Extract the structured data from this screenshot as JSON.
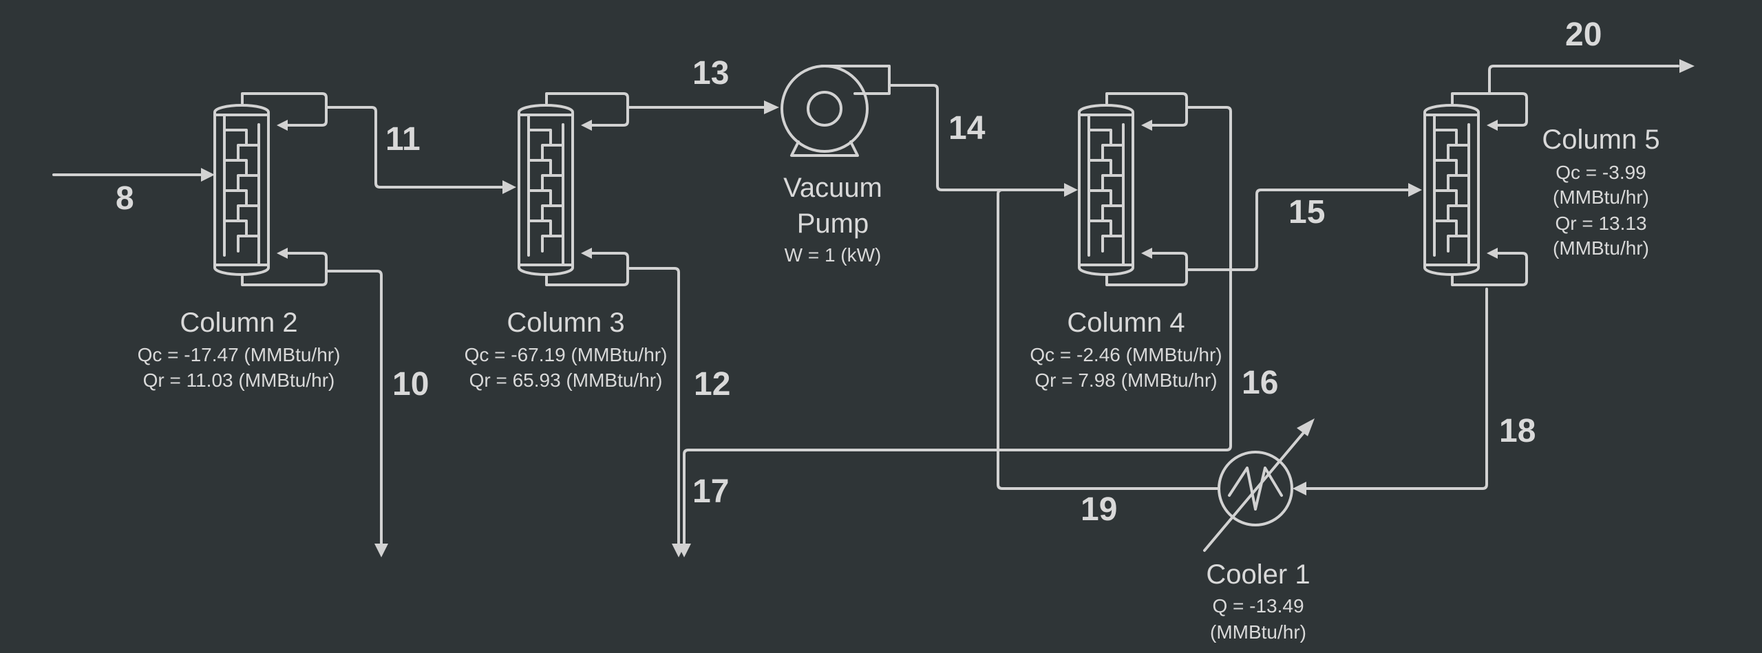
{
  "streams": {
    "s8": "8",
    "s10": "10",
    "s11": "11",
    "s12": "12",
    "s13": "13",
    "s14": "14",
    "s15": "15",
    "s16": "16",
    "s17": "17",
    "s18": "18",
    "s19": "19",
    "s20": "20"
  },
  "column2": {
    "name": "Column 2",
    "qc": "Qc = -17.47 (MMBtu/hr)",
    "qr": "Qr = 11.03 (MMBtu/hr)"
  },
  "column3": {
    "name": "Column 3",
    "qc": "Qc = -67.19 (MMBtu/hr)",
    "qr": "Qr = 65.93 (MMBtu/hr)"
  },
  "column4": {
    "name": "Column 4",
    "qc": "Qc = -2.46 (MMBtu/hr)",
    "qr": "Qr = 7.98 (MMBtu/hr)"
  },
  "column5": {
    "name": "Column 5",
    "qc": "Qc = -3.99",
    "qc_unit": "(MMBtu/hr)",
    "qr": "Qr = 13.13",
    "qr_unit": "(MMBtu/hr)"
  },
  "pump": {
    "name_line1": "Vacuum",
    "name_line2": "Pump",
    "work": "W = 1 (kW)"
  },
  "cooler": {
    "name": "Cooler 1",
    "q": "Q = -13.49",
    "q_unit": "(MMBtu/hr)"
  },
  "colors": {
    "background": "#2f3537",
    "stroke": "#d2d2d2",
    "text": "#d9d9d9"
  }
}
